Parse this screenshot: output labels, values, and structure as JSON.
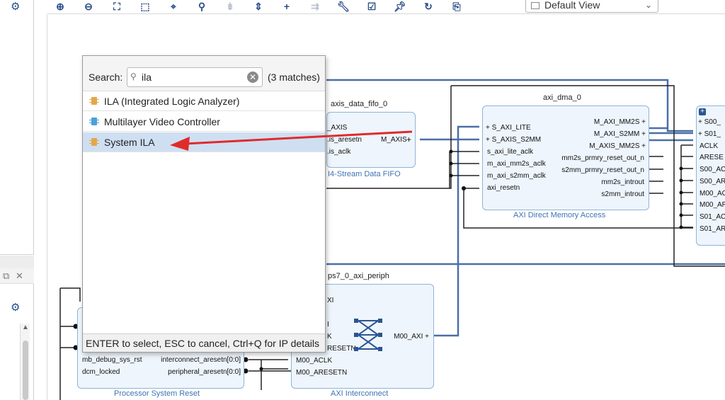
{
  "toolbar": {
    "view_select": "Default View",
    "buttons": [
      "zoom-in",
      "zoom-out",
      "zoom-fit",
      "zoom-area",
      "center",
      "search",
      "collapse",
      "expand",
      "add-ip",
      "make-connection",
      "validate-wrench",
      "regenerate-layout",
      "pin",
      "refresh",
      "optimize-routing"
    ]
  },
  "popup": {
    "search_label": "Search:",
    "search_value": "ila",
    "matches": "(3 matches)",
    "items": [
      {
        "label": "ILA (Integrated Logic Analyzer)",
        "chip_color": "#e3a84b"
      },
      {
        "label": "Multilayer Video Controller",
        "chip_color": "#4aa3d8"
      },
      {
        "label": "System ILA",
        "chip_color": "#e3a84b",
        "selected": true
      }
    ],
    "footer": "ENTER to select, ESC to cancel, Ctrl+Q for IP details"
  },
  "blocks": {
    "axis_data_fifo": {
      "title": "axis_data_fifo_0",
      "subtitle": "I4-Stream Data FIFO",
      "pins_left": [
        "_AXIS",
        ".is_aresetn",
        ".is_aclk"
      ],
      "pin_right": "M_AXIS"
    },
    "axi_dma": {
      "title": "axi_dma_0",
      "subtitle": "AXI Direct Memory Access",
      "pins_left": [
        "S_AXI_LITE",
        "S_AXIS_S2MM",
        "s_axi_lite_aclk",
        "m_axi_mm2s_aclk",
        "m_axi_s2mm_aclk",
        "axi_resetn"
      ],
      "pins_right": [
        "M_AXI_MM2S",
        "M_AXI_S2MM",
        "M_AXIS_MM2S",
        "mm2s_prmry_reset_out_n",
        "s2mm_prmry_reset_out_n",
        "mm2s_introut",
        "s2mm_introut"
      ]
    },
    "axi_interconnect": {
      "title": "ps7_0_axi_periph",
      "subtitle": "AXI Interconnect",
      "pins_left": [
        "XI",
        "I",
        "K",
        "RESETN",
        "M00_ACLK",
        "M00_ARESETN"
      ],
      "pin_right": "M00_AXI"
    },
    "proc_sys_reset": {
      "subtitle": "Processor System Reset",
      "pins_left": [
        "mb_debug_sys_rst",
        "dcm_locked"
      ],
      "pins_right": [
        "interconnect_aresetn[0:0]",
        "peripheral_aresetn[0:0]"
      ]
    },
    "smartconnect": {
      "pins": [
        "S00_",
        "S01_",
        "ACLK",
        "ARESE",
        "S00_AC",
        "S00_AR",
        "M00_AC",
        "M00_AR",
        "S01_AC",
        "S01_AR"
      ]
    }
  }
}
